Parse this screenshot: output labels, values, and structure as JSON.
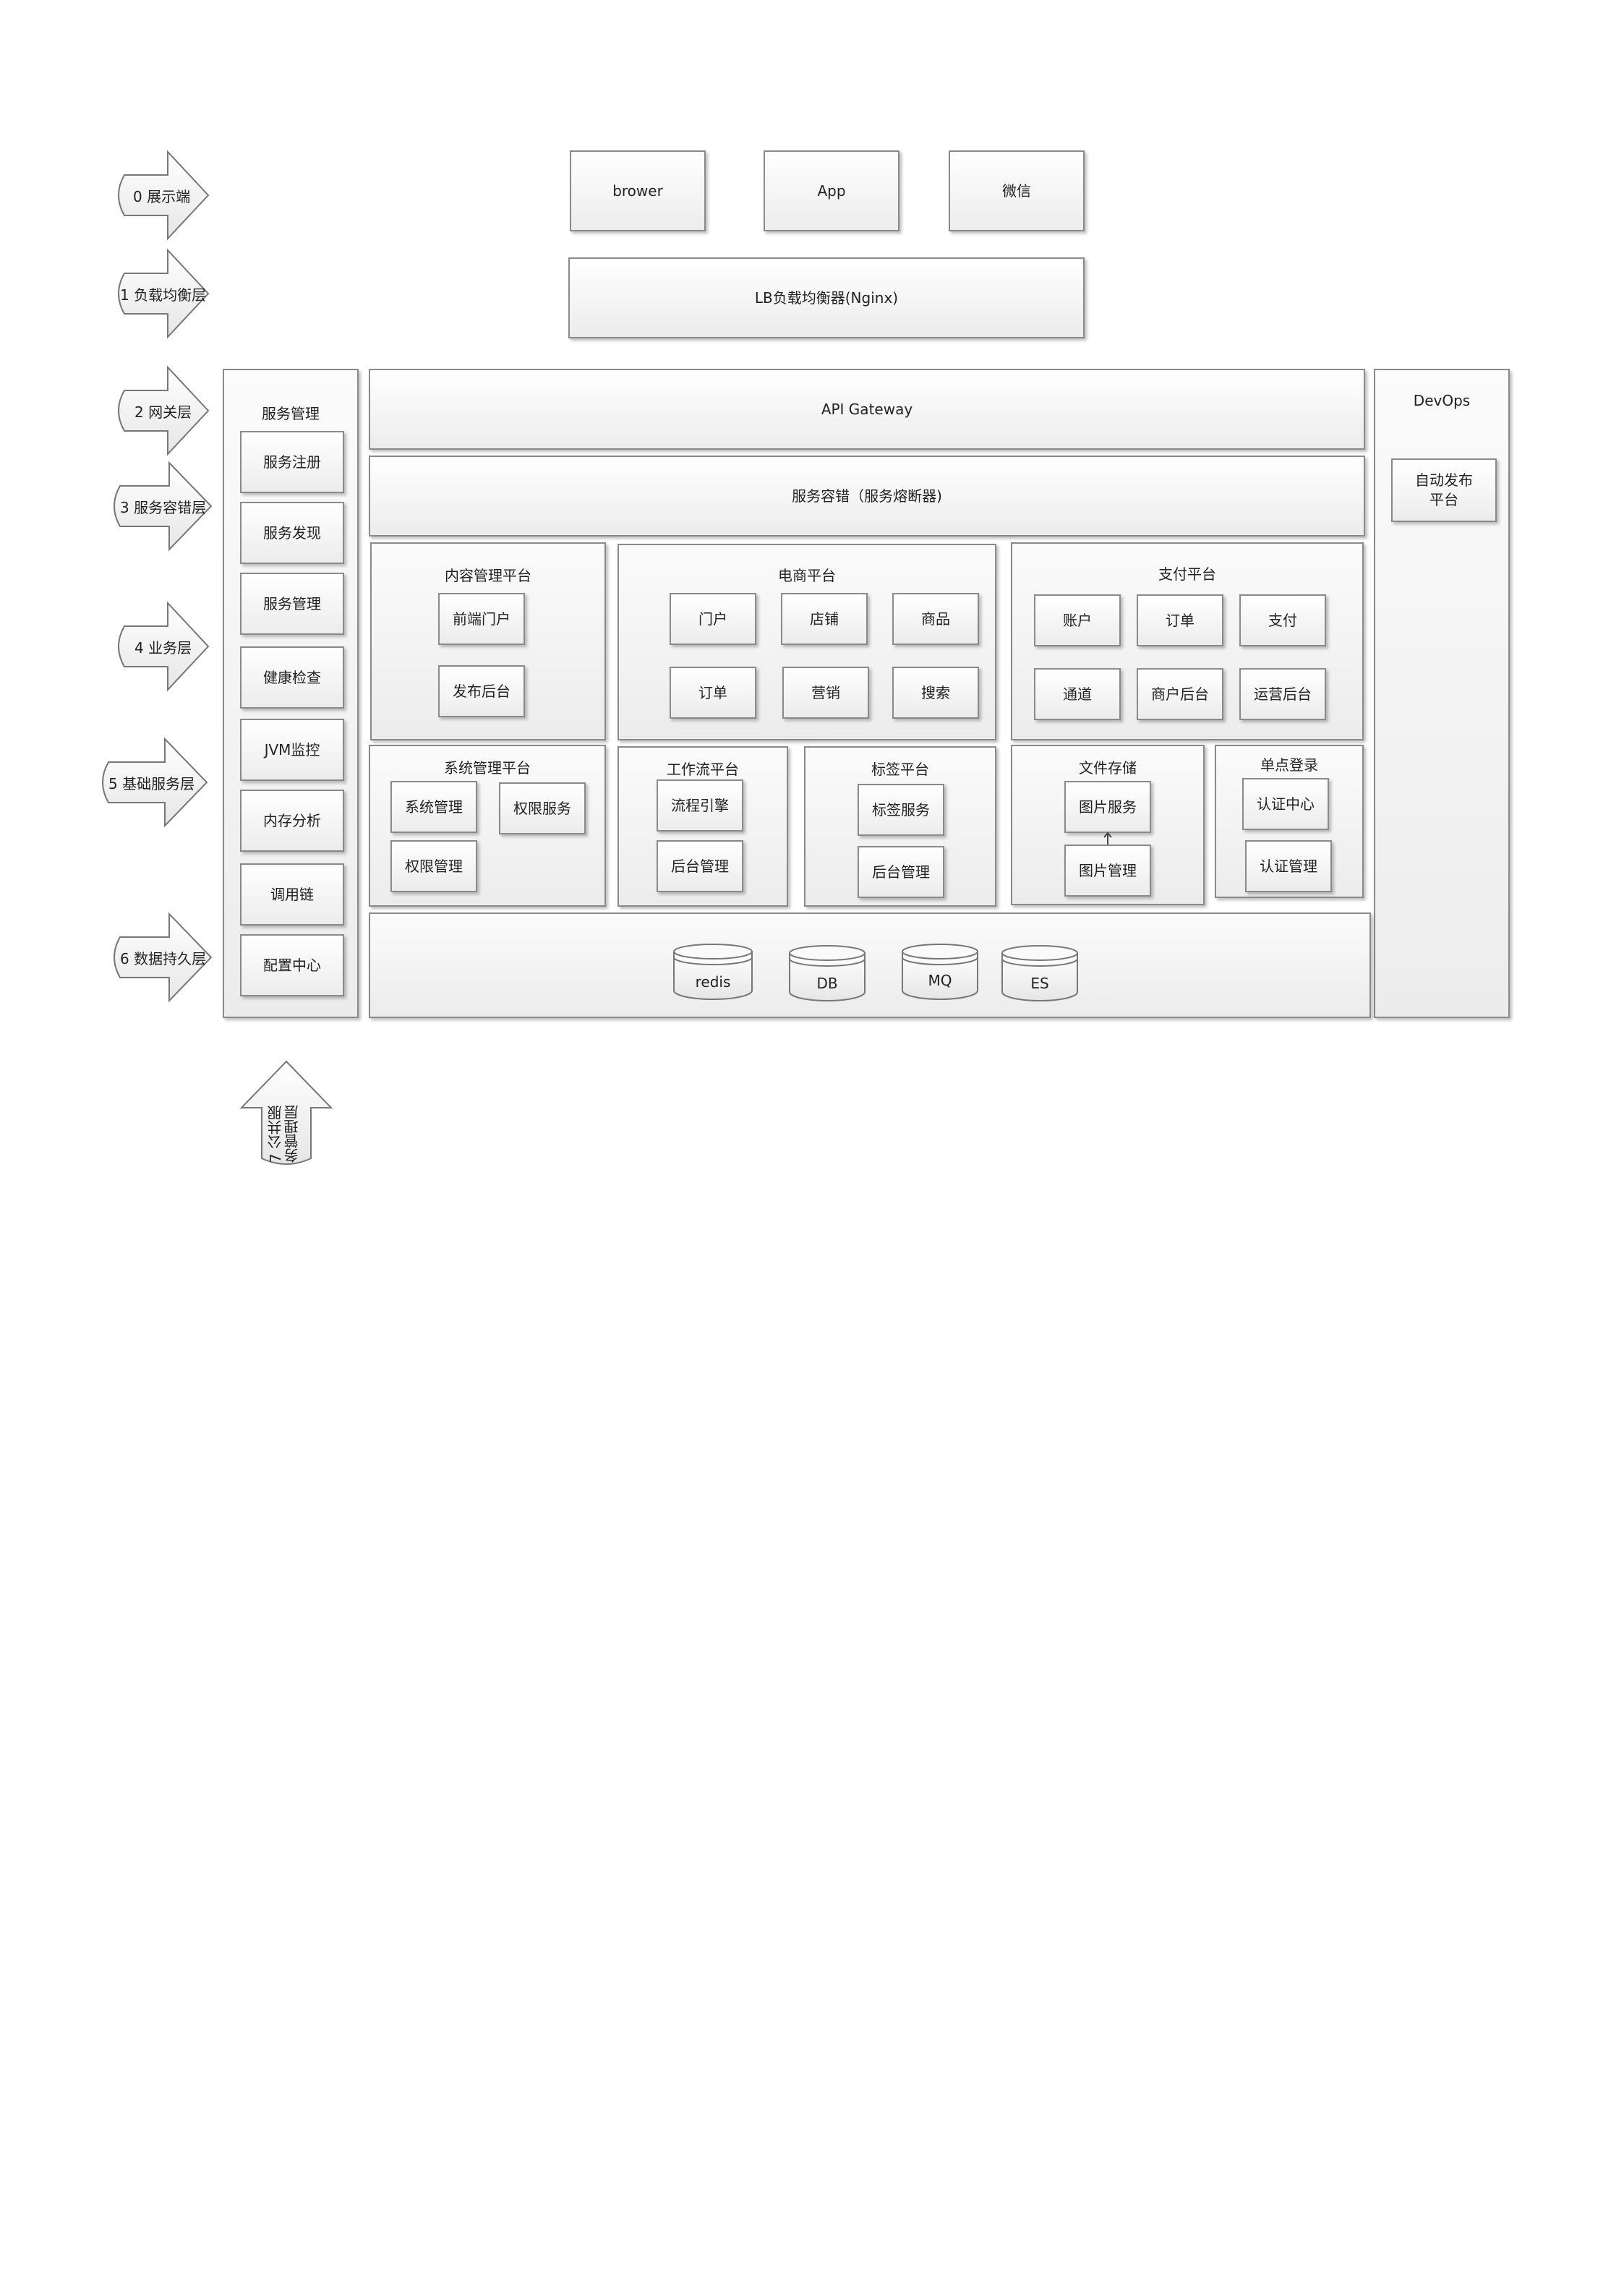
{
  "layers": [
    "0 展示端",
    "1 负载均衡层",
    "2 网关层",
    "3 服务容错层",
    "4 业务层",
    "5 基础服务层",
    "6 数据持久层",
    "7 公共服务管理层"
  ],
  "clients": [
    "brower",
    "App",
    "微信"
  ],
  "lb": "LB负载均衡器(Nginx)",
  "gateway": "API Gateway",
  "fault_tolerance": "服务容错（服务熔断器)",
  "service_mgmt": {
    "title": "服务管理",
    "items": [
      "服务注册",
      "服务发现",
      "服务管理",
      "健康检查",
      "JVM监控",
      "内存分析",
      "调用链",
      "配置中心"
    ]
  },
  "devops": {
    "title": "DevOps",
    "item": "自动发布\n平台"
  },
  "cms": {
    "title": "内容管理平台",
    "items": [
      "前端门户",
      "发布后台"
    ]
  },
  "ecommerce": {
    "title": "电商平台",
    "items": [
      "门户",
      "店铺",
      "商品",
      "订单",
      "营销",
      "搜索"
    ]
  },
  "payment": {
    "title": "支付平台",
    "items": [
      "账户",
      "订单",
      "支付",
      "通道",
      "商户后台",
      "运营后台"
    ]
  },
  "sysmgmt": {
    "title": "系统管理平台",
    "items": [
      "系统管理",
      "权限服务",
      "权限管理"
    ]
  },
  "workflow": {
    "title": "工作流平台",
    "items": [
      "流程引擎",
      "后台管理"
    ]
  },
  "tags": {
    "title": "标签平台",
    "items": [
      "标签服务",
      "后台管理"
    ]
  },
  "filestore": {
    "title": "文件存储",
    "items": [
      "图片服务",
      "图片管理"
    ]
  },
  "sso": {
    "title": "单点登录",
    "items": [
      "认证中心",
      "认证管理"
    ]
  },
  "storage": [
    "redis",
    "DB",
    "MQ",
    "ES"
  ]
}
